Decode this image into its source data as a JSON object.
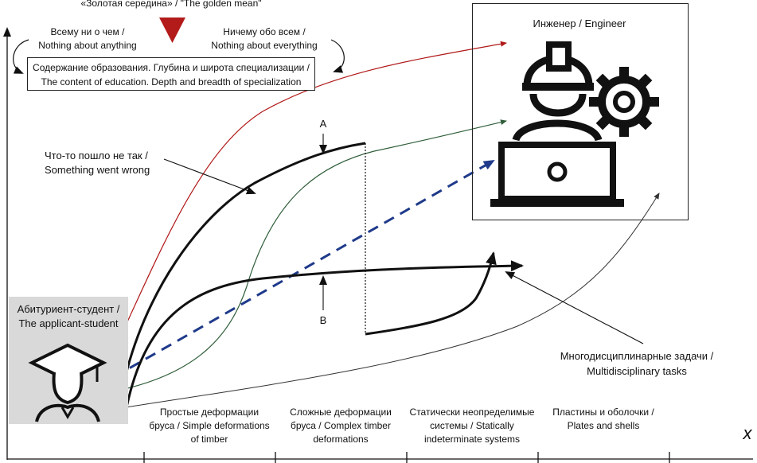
{
  "golden_mean": "«Золотая середина» / \"The golden mean\"",
  "left_extreme": {
    "line1": "Всему ни о чем /",
    "line2": "Nothing about anything"
  },
  "right_extreme": {
    "line1": "Ничему обо всем /",
    "line2": "Nothing about everything"
  },
  "content_box": {
    "line1": "Содержание образования. Глубина и широта специализации /",
    "line2": "The content of education. Depth and breadth of specialization"
  },
  "engineer_label": "Инженер / Engineer",
  "wrong_label": {
    "line1": "Что-то пошло не так /",
    "line2": "Something went wrong"
  },
  "point_a": "A",
  "point_b": "B",
  "applicant_label": {
    "line1": "Абитуриент-студент /",
    "line2": "The applicant-student"
  },
  "multi_label": {
    "line1": "Многодисциплинарные задачи /",
    "line2": "Multidisciplinary tasks"
  },
  "axis_x_label": "x",
  "stages": [
    {
      "line1": "Простые деформации",
      "line2": "бруса / Simple deformations",
      "line3": "of timber"
    },
    {
      "line1": "Сложные деформации",
      "line2": "бруса / Complex timber",
      "line3": "deformations"
    },
    {
      "line1": "Статически неопределимые",
      "line2": "системы / Statically",
      "line3": "indeterminate systems"
    },
    {
      "line1": "Пластины и оболочки /",
      "line2": "Plates and shells",
      "line3": ""
    }
  ],
  "colors": {
    "red": "#b01818",
    "green": "#2f5e3a",
    "blue_dashed": "#1f3a8a",
    "black": "#111111",
    "triangle": "#b31b1b",
    "panel": "#d9d9d9"
  },
  "icons": [
    "engineer-hardhat-icon",
    "gear-icon",
    "laptop-icon",
    "graduate-cap-icon"
  ]
}
